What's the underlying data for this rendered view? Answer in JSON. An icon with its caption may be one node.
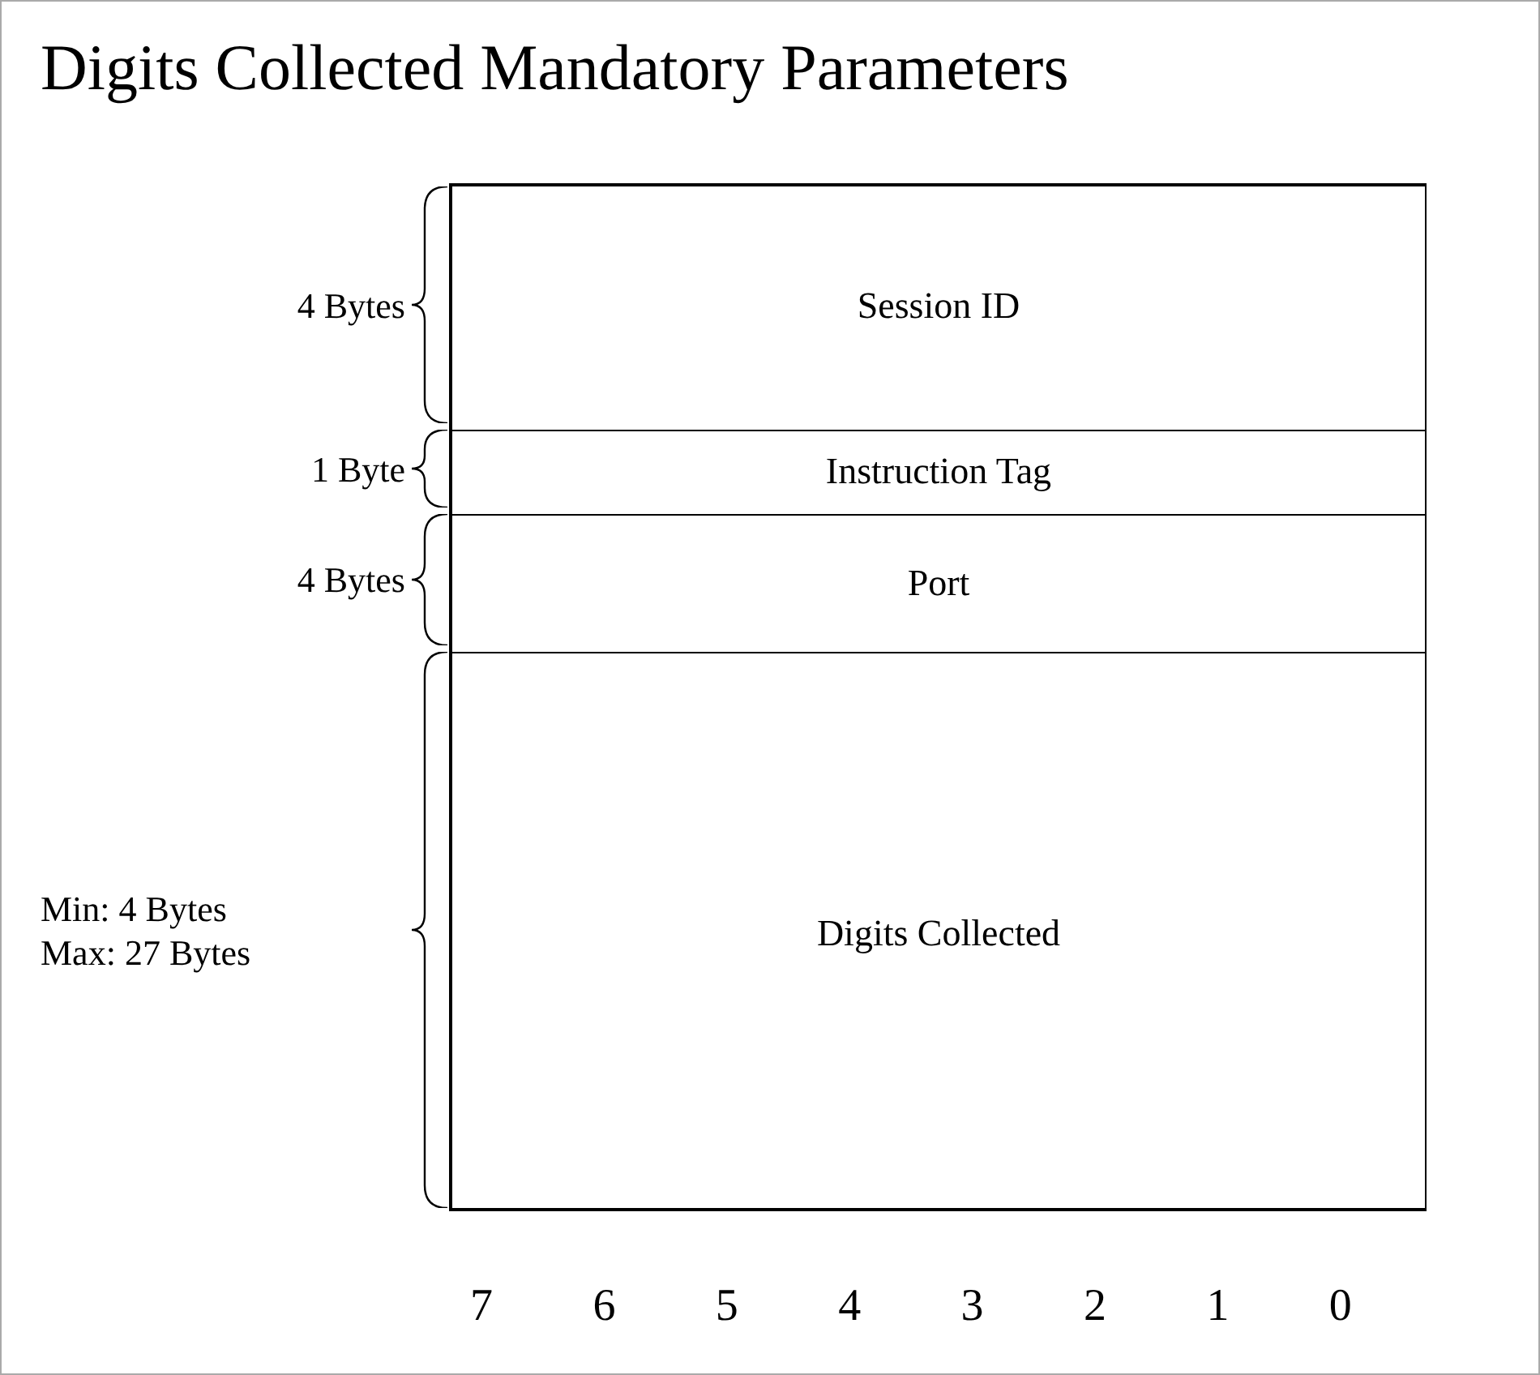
{
  "diagram": {
    "title": "Digits Collected Mandatory Parameters",
    "nodes": [
      {
        "text": [
          "Session ID"
        ]
      },
      {
        "text": [
          "Instruction Tag"
        ]
      },
      {
        "text": [
          "Port"
        ]
      },
      {
        "text": [
          "Digits Collected"
        ]
      }
    ],
    "labels": [
      "4 Bytes",
      "1 Byte",
      "4 Bytes",
      "Min: 4 Bytes",
      "Max: 27 Bytes",
      "7",
      "6",
      "5",
      "4",
      "3",
      "2",
      "1",
      "0"
    ]
  }
}
